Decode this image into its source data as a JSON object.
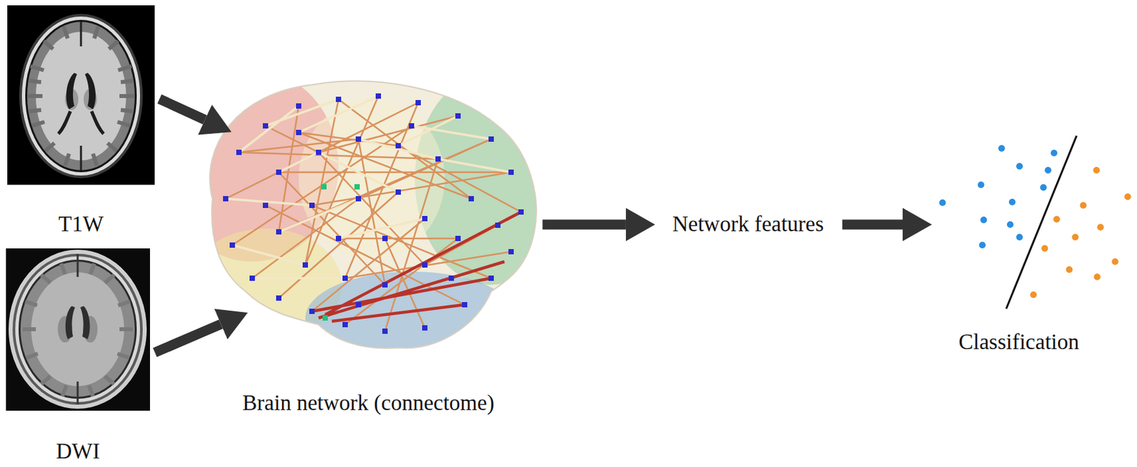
{
  "diagram": {
    "nodes": [
      {
        "text": [
          "T1W"
        ]
      },
      {
        "text": [
          "DWI"
        ]
      },
      {
        "text": [
          "Brain network (connectome)"
        ]
      },
      {
        "text": [
          "Network features"
        ]
      },
      {
        "text": [
          "Classification"
        ]
      }
    ],
    "edges": [
      {
        "from": 0,
        "to": 2,
        "arrow": "to"
      },
      {
        "from": 1,
        "to": 2,
        "arrow": "to"
      },
      {
        "from": 2,
        "to": 3,
        "arrow": "to"
      },
      {
        "from": 3,
        "to": 4,
        "arrow": "to"
      }
    ]
  }
}
